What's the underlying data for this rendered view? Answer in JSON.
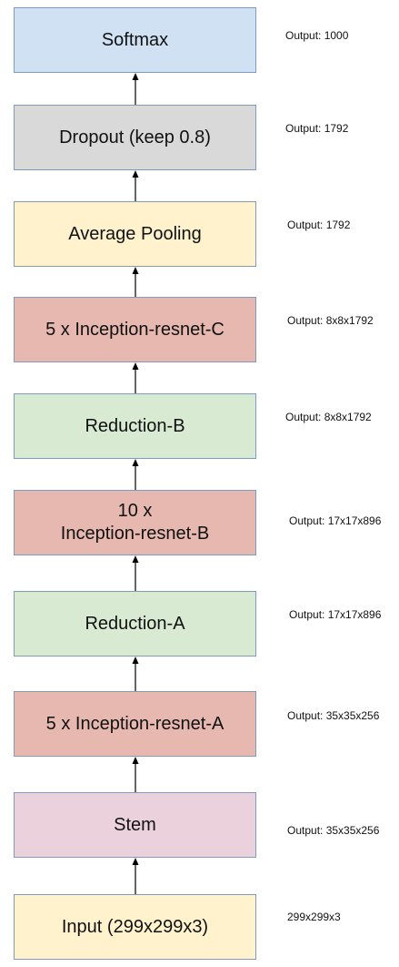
{
  "blocks": [
    {
      "label": "Softmax",
      "output": "Output: 1000",
      "color": "#cfe1f3"
    },
    {
      "label": "Dropout (keep 0.8)",
      "output": "Output: 1792",
      "color": "#d9d9d9"
    },
    {
      "label": "Average Pooling",
      "output": "Output: 1792",
      "color": "#fff2cc"
    },
    {
      "label": "5 x Inception-resnet-C",
      "output": "Output: 8x8x1792",
      "color": "#e6b8af"
    },
    {
      "label": "Reduction-B",
      "output": "Output: 8x8x1792",
      "color": "#d9ead3"
    },
    {
      "label": "10 x\nInception-resnet-B",
      "output": "Output: 17x17x896",
      "color": "#e6b8af"
    },
    {
      "label": "Reduction-A",
      "output": "Output: 17x17x896",
      "color": "#d9ead3"
    },
    {
      "label": "5 x Inception-resnet-A",
      "output": "Output: 35x35x256",
      "color": "#e6b8af"
    },
    {
      "label": "Stem",
      "output": "Output: 35x35x256",
      "color": "#ead1dc"
    },
    {
      "label": "Input (299x299x3)",
      "output": "299x299x3",
      "color": "#fff2cc"
    }
  ],
  "colors": {
    "border": "#7f9cc0",
    "arrow": "#000000"
  }
}
